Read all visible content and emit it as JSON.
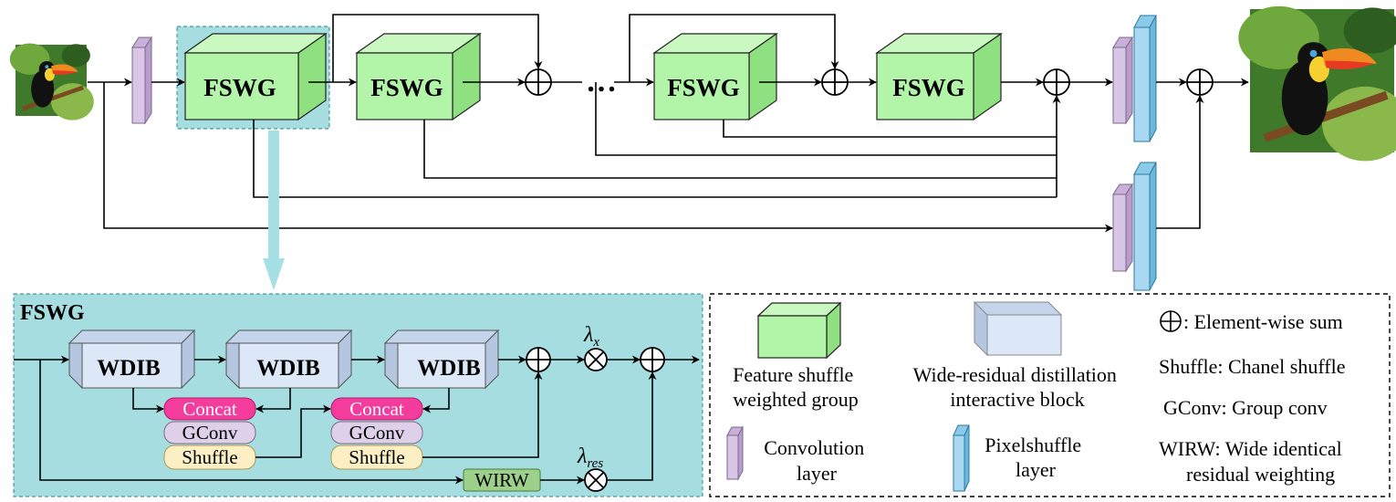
{
  "main": {
    "fswg_block_label": "FSWG",
    "ellipsis": "…"
  },
  "detail": {
    "title": "FSWG",
    "wdib_label": "WDIB",
    "concat_label": "Concat",
    "gconv_label": "GConv",
    "shuffle_label": "Shuffle",
    "wirw_label": "WIRW",
    "lambda_x": "λ",
    "lambda_x_sub": "x",
    "lambda_res": "λ",
    "lambda_res_sub": "res"
  },
  "legend": {
    "fswg_line1": "Feature shuffle",
    "fswg_line2": "weighted group",
    "wdib_line1": "Wide-residual distillation",
    "wdib_line2": "interactive block",
    "conv_line1": "Convolution",
    "conv_line2": "layer",
    "pixelshuffle_line1": "Pixelshuffle",
    "pixelshuffle_line2": "layer",
    "sum_label": ": Element-wise sum",
    "shuffle_desc": "Shuffle: Chanel shuffle",
    "gconv_desc": "GConv: Group conv",
    "wirw_line1": "WIRW: Wide identical",
    "wirw_line2": "residual weighting"
  },
  "colors": {
    "fswg_front": "#b3f5a8",
    "fswg_top": "#c9f8c0",
    "fswg_side": "#8fe080",
    "wdib_front": "#dce8f8",
    "conv": "#d9c6e6",
    "pixelshuffle": "#a9d8f0",
    "detail_bg": "#a6dde0",
    "concat": "#f43c9c",
    "gconv": "#ddd0e8",
    "shuffle": "#fcefc4",
    "wirw": "#9dd08a"
  },
  "icons": {
    "input_image": "toucan-input-icon",
    "output_image": "toucan-output-icon"
  }
}
